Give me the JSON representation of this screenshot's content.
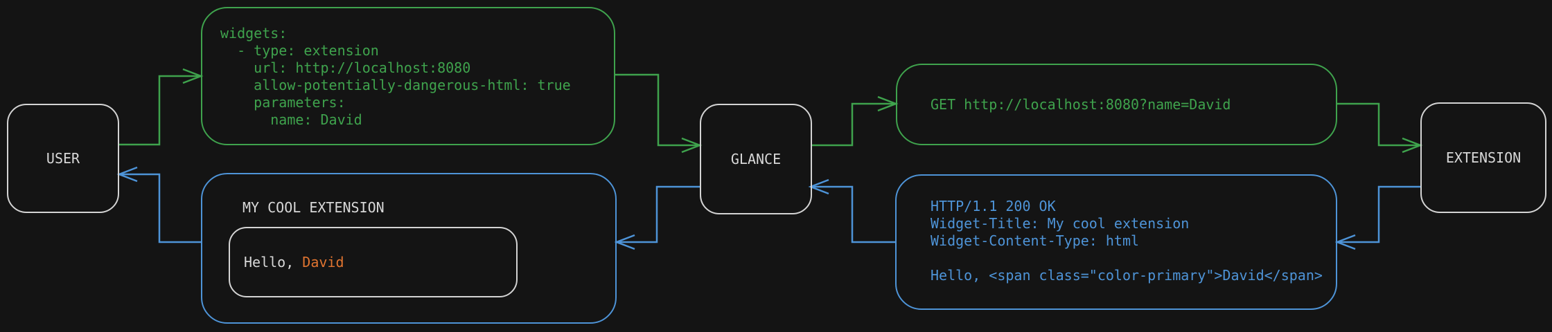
{
  "canvas": {
    "background": "#141414"
  },
  "colors": {
    "request_flow_green": "#3fa34d",
    "response_flow_blue": "#4e94d8",
    "highlight_orange": "#e07430",
    "node_border_white": "#d4d4d4",
    "node_text": "#d8d8d8"
  },
  "nodes": {
    "user": {
      "label": "USER"
    },
    "glance": {
      "label": "GLANCE"
    },
    "extension": {
      "label": "EXTENSION"
    }
  },
  "config_box": {
    "code": "widgets:\n  - type: extension\n    url: http://localhost:8080\n    allow-potentially-dangerous-html: true\n    parameters:\n      name: David"
  },
  "request_box": {
    "code": "GET http://localhost:8080?name=David"
  },
  "response_box": {
    "code": "HTTP/1.1 200 OK\nWidget-Title: My cool extension\nWidget-Content-Type: html\n\nHello, <span class=\"color-primary\">David</span>"
  },
  "widget_box": {
    "title": "MY COOL EXTENSION",
    "greeting": {
      "prefix": "Hello, ",
      "name": "David"
    }
  }
}
